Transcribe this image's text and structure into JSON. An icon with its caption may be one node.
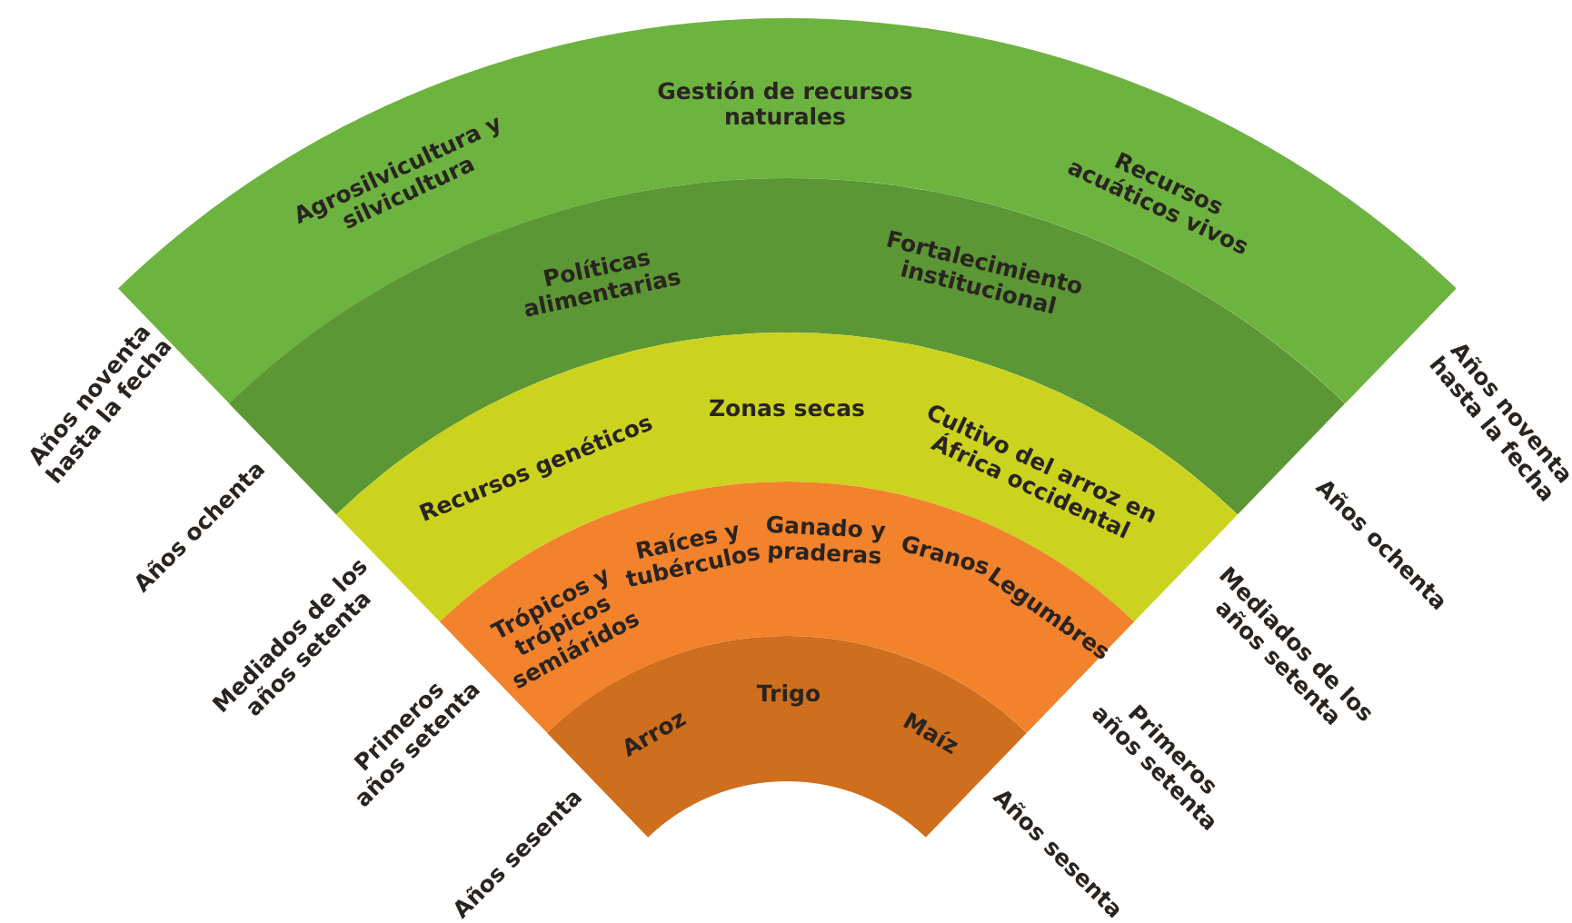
{
  "diagram": {
    "nodes": [
      {
        "text": [
          "Gestión de recursos naturales",
          "Agrosilvicultura y silvicultura",
          "Recursos acuáticos vivos"
        ],
        "beside": [
          "Años noventa hasta la fecha",
          "Años noventa hasta la fecha"
        ]
      },
      {
        "text": [
          "Políticas alimentarias",
          "Fortalecimiento institucional"
        ],
        "beside": [
          "Años ochenta",
          "Años ochenta"
        ]
      },
      {
        "text": [
          "Recursos genéticos",
          "Zonas secas",
          "Cultivo del arroz en África occidental"
        ],
        "beside": [
          "Mediados de los años setenta",
          "Mediados de los años setenta"
        ]
      },
      {
        "text": [
          "Trópicos y trópicos semiáridos",
          "Raíces y tubérculos",
          "Ganado y praderas",
          "Granos",
          "Legumbres"
        ],
        "beside": [
          "Primeros años setenta",
          "Primeros años setenta"
        ]
      },
      {
        "text": [
          "Trigo",
          "Arroz",
          "Maíz"
        ],
        "beside": [
          "Años sesenta",
          "Años sesenta"
        ]
      }
    ]
  }
}
